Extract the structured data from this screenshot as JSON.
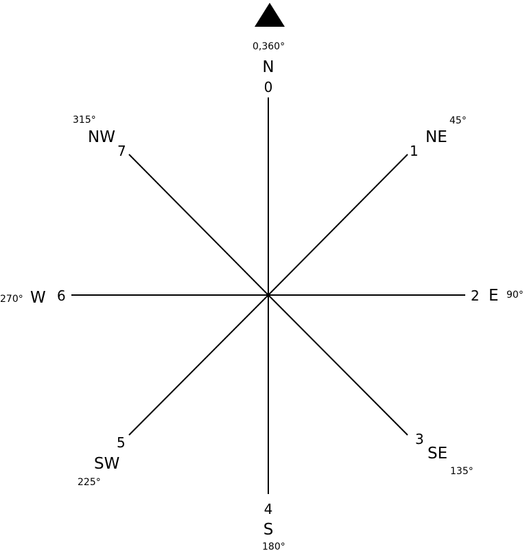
{
  "compass": {
    "points": [
      {
        "index": "0",
        "name": "N",
        "degrees": "0,360°"
      },
      {
        "index": "1",
        "name": "NE",
        "degrees": "45°"
      },
      {
        "index": "2",
        "name": "E",
        "degrees": "90°"
      },
      {
        "index": "3",
        "name": "SE",
        "degrees": "135°"
      },
      {
        "index": "4",
        "name": "S",
        "degrees": "180°"
      },
      {
        "index": "5",
        "name": "SW",
        "degrees": "225°"
      },
      {
        "index": "6",
        "name": "W",
        "degrees": "270°"
      },
      {
        "index": "7",
        "name": "NW",
        "degrees": "315°"
      }
    ],
    "north_marker": "triangle-up-icon",
    "line_color": "#000000"
  }
}
